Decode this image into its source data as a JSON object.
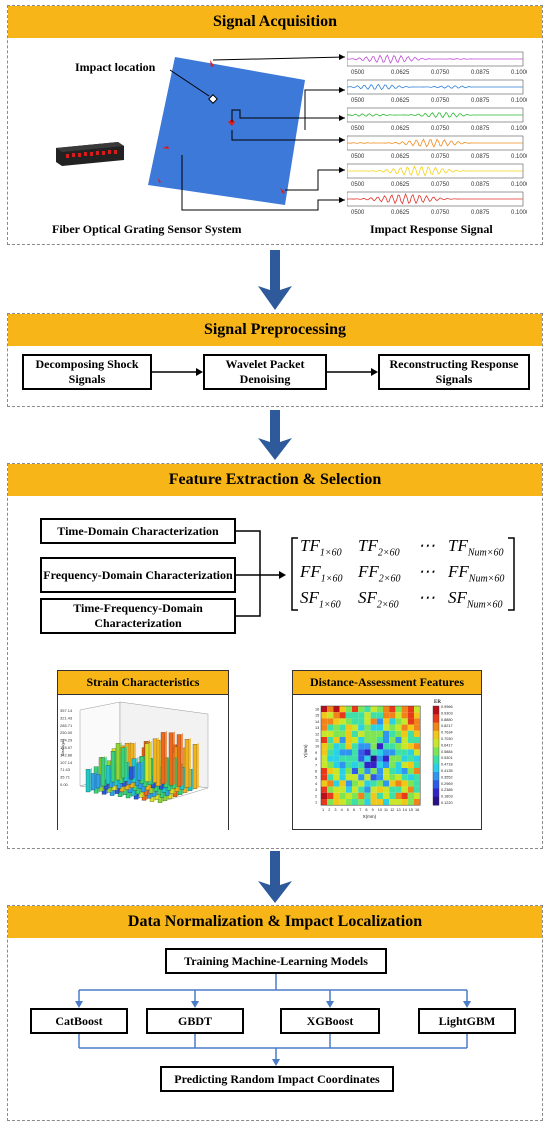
{
  "panels": {
    "acquisition": {
      "title": "Signal Acquisition",
      "impact_label": "Impact location",
      "sensor_label": "Fiber Optical Grating Sensor System",
      "response_label": "Impact Response Signal",
      "tick_labels": [
        "0500",
        "0.0625",
        "0.0750",
        "0.0875",
        "0.1000"
      ],
      "signal_colors": [
        "#c04bd9",
        "#2f80d9",
        "#2fb82f",
        "#f08c20",
        "#f2d21b",
        "#e0332b"
      ]
    },
    "preprocessing": {
      "title": "Signal Preprocessing",
      "step1": "Decomposing Shock Signals",
      "step2": "Wavelet Packet Denoising",
      "step3": "Reconstructing Response Signals"
    },
    "feature": {
      "title": "Feature Extraction & Selection",
      "box1": "Time-Domain Characterization",
      "box2": "Frequency-Domain Characterization",
      "box3": "Time-Frequency-Domain Characterization",
      "matrix": {
        "row1": [
          [
            "TF",
            "1×60"
          ],
          [
            "TF",
            "2×60"
          ],
          [
            "⋯",
            ""
          ],
          [
            "TF",
            "Num×60"
          ]
        ],
        "row2": [
          [
            "FF",
            "1×60"
          ],
          [
            "FF",
            "2×60"
          ],
          [
            "⋯",
            ""
          ],
          [
            "FF",
            "Num×60"
          ]
        ],
        "row3": [
          [
            "SF",
            "1×60"
          ],
          [
            "SF",
            "2×60"
          ],
          [
            "⋯",
            ""
          ],
          [
            "SF",
            "Num×60"
          ]
        ]
      },
      "strain_title": "Strain Characteristics",
      "distance_title": "Distance-Assessment Features",
      "heatmap_label": "ER",
      "heatmap_xlabel": "X(mm)",
      "heatmap_ylabel": "Y(mm)",
      "heatmap_colorbar_ticks": [
        "0.9966",
        "0.9303",
        "0.8880",
        "0.8217",
        "0.7634",
        "0.7030",
        "0.6417",
        "0.5884",
        "0.5301",
        "0.4718",
        "0.4135",
        "0.3552",
        "0.2969",
        "0.2386",
        "0.1803",
        "0.1220"
      ],
      "heatmap_xticks": [
        "1",
        "2",
        "3",
        "4",
        "5",
        "6",
        "7",
        "8",
        "9",
        "10",
        "11",
        "12",
        "13",
        "14",
        "15",
        "16"
      ],
      "heatmap_yticks": [
        "1",
        "2",
        "3",
        "4",
        "5",
        "6",
        "7",
        "8",
        "9",
        "10",
        "11",
        "12",
        "13",
        "14",
        "15",
        "16"
      ],
      "strain_zticks": [
        "357.14",
        "321.43",
        "285.71",
        "250.00",
        "214.29",
        "178.57",
        "142.86",
        "107.14",
        "71.43",
        "35.71",
        "0.00"
      ],
      "strain_zlabel": "Strain(με)"
    },
    "localization": {
      "title": "Data Normalization & Impact Localization",
      "train": "Training Machine-Learning Models",
      "models": [
        "CatBoost",
        "GBDT",
        "XGBoost",
        "LightGBM"
      ],
      "predict": "Predicting Random Impact Coordinates"
    }
  },
  "colors": {
    "header": "#f7b517",
    "arrow": "#2e5a9c",
    "plate": "#3d79d8",
    "sensor_marker": "#e01b1b",
    "connector": "#4a7bc8"
  }
}
